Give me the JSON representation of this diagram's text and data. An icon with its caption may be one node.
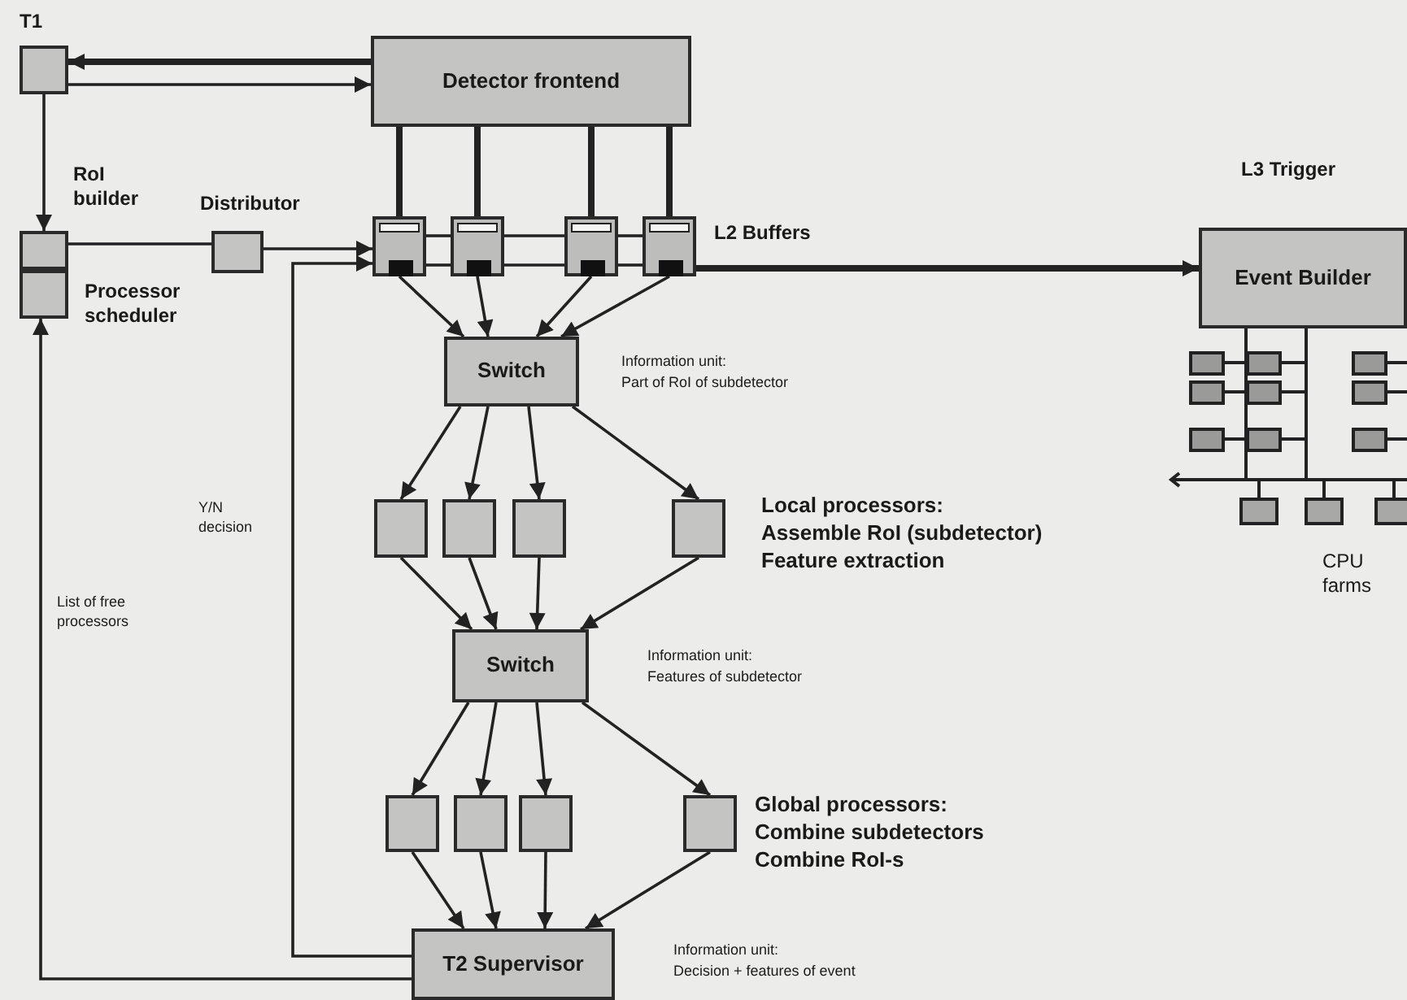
{
  "diagram": {
    "nodes": [
      {
        "text": [
          "T1"
        ]
      },
      {
        "text": [
          "Detector frontend"
        ]
      },
      {
        "text": [
          "RoI builder"
        ]
      },
      {
        "text": [
          "Processor scheduler"
        ]
      },
      {
        "text": [
          "Distributor"
        ]
      },
      {
        "text": [],
        "shape": "box"
      },
      {
        "text": [],
        "shape": "box"
      },
      {
        "text": [],
        "shape": "box"
      },
      {
        "text": [],
        "shape": "box",
        "beside": [
          "L2 Buffers"
        ]
      },
      {
        "text": [
          "Switch"
        ],
        "beside": [
          "Information unit:",
          "Part of RoI of subdetector"
        ]
      },
      {
        "text": [],
        "shape": "box"
      },
      {
        "text": [],
        "shape": "box"
      },
      {
        "text": [],
        "shape": "box"
      },
      {
        "text": [],
        "shape": "box",
        "beside": [
          "Local processors:",
          "Assemble RoI (subdetector)",
          "Feature extraction"
        ]
      },
      {
        "text": [
          "Switch"
        ],
        "beside": [
          "Information unit:",
          "Features of subdetector"
        ]
      },
      {
        "text": [],
        "shape": "box"
      },
      {
        "text": [],
        "shape": "box"
      },
      {
        "text": [],
        "shape": "box"
      },
      {
        "text": [],
        "shape": "box",
        "beside": [
          "Global processors:",
          "Combine subdetectors",
          "Combine RoI-s"
        ]
      },
      {
        "text": [
          "T2 Supervisor"
        ],
        "beside": [
          "Information unit:",
          "Decision + features of event"
        ]
      },
      {
        "text": [
          "Event Builder"
        ]
      }
    ],
    "edges": [
      {
        "from": 1,
        "to": 0,
        "arrow": "to",
        "style": "thick"
      },
      {
        "from": 0,
        "to": 1,
        "arrow": "to"
      },
      {
        "from": 0,
        "to": 2,
        "arrow": "to"
      },
      {
        "from": 2,
        "to": 4,
        "arrow": "none"
      },
      {
        "from": 4,
        "to": 5,
        "arrow": "to"
      },
      {
        "from": 1,
        "to": 5,
        "arrow": "none",
        "style": "thick"
      },
      {
        "from": 1,
        "to": 6,
        "arrow": "none",
        "style": "thick"
      },
      {
        "from": 1,
        "to": 7,
        "arrow": "none",
        "style": "thick"
      },
      {
        "from": 1,
        "to": 8,
        "arrow": "none",
        "style": "thick"
      },
      {
        "from": 19,
        "to": 5,
        "arrow": "to",
        "label": "Y/N decision"
      },
      {
        "from": 19,
        "to": 3,
        "arrow": "to",
        "label": "List of free processors"
      },
      {
        "from": 8,
        "to": 20,
        "arrow": "to",
        "style": "thick"
      },
      {
        "from": 5,
        "to": 9,
        "arrow": "to"
      },
      {
        "from": 6,
        "to": 9,
        "arrow": "to"
      },
      {
        "from": 7,
        "to": 9,
        "arrow": "to"
      },
      {
        "from": 8,
        "to": 9,
        "arrow": "to"
      },
      {
        "from": 9,
        "to": 10,
        "arrow": "to"
      },
      {
        "from": 9,
        "to": 11,
        "arrow": "to"
      },
      {
        "from": 9,
        "to": 12,
        "arrow": "to"
      },
      {
        "from": 9,
        "to": 13,
        "arrow": "to"
      },
      {
        "from": 10,
        "to": 14,
        "arrow": "to"
      },
      {
        "from": 11,
        "to": 14,
        "arrow": "to"
      },
      {
        "from": 12,
        "to": 14,
        "arrow": "to"
      },
      {
        "from": 13,
        "to": 14,
        "arrow": "to"
      },
      {
        "from": 14,
        "to": 15,
        "arrow": "to"
      },
      {
        "from": 14,
        "to": 16,
        "arrow": "to"
      },
      {
        "from": 14,
        "to": 17,
        "arrow": "to"
      },
      {
        "from": 14,
        "to": 18,
        "arrow": "to"
      },
      {
        "from": 15,
        "to": 19,
        "arrow": "to"
      },
      {
        "from": 16,
        "to": 19,
        "arrow": "to"
      },
      {
        "from": 17,
        "to": 19,
        "arrow": "to"
      },
      {
        "from": 18,
        "to": 19,
        "arrow": "to"
      },
      {
        "from": 5,
        "to": 6,
        "arrow": "none"
      },
      {
        "from": 6,
        "to": 7,
        "arrow": "none"
      },
      {
        "from": 7,
        "to": 8,
        "arrow": "none"
      },
      {
        "from": 5,
        "to": 6,
        "arrow": "none"
      },
      {
        "from": 6,
        "to": 7,
        "arrow": "none"
      },
      {
        "from": 7,
        "to": 8,
        "arrow": "none"
      }
    ],
    "labels": [
      "L3 Trigger",
      "CPU farms"
    ]
  }
}
